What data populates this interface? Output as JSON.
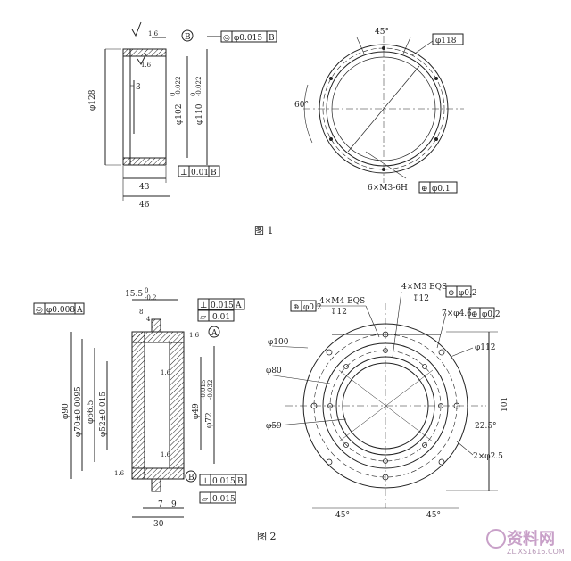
{
  "figure1": {
    "caption": "图 1",
    "side_view": {
      "dims": [
        "φ128",
        "3",
        "φ102",
        "0",
        "-0.022",
        "φ110",
        "0",
        "-0.022",
        "43",
        "46"
      ],
      "datum": "B",
      "roughness": [
        "1.6",
        "1.6"
      ],
      "tolerance_top": {
        "symbol": "◎",
        "value": "φ0.015",
        "datum": "B"
      },
      "tolerance_bottom": {
        "symbol": "⊥",
        "value": "0.01",
        "datum": "B"
      }
    },
    "front_view": {
      "dims": [
        "45°",
        "60°",
        "φ118",
        "6×M3-6H"
      ],
      "tolerance": {
        "symbol": "⊕",
        "value": "φ0.1"
      }
    }
  },
  "figure2": {
    "caption": "图 2",
    "section_view": {
      "top_dim": "15.5",
      "top_dim_tol_upper": "0",
      "top_dim_tol_lower": "-0.2",
      "small_dims": [
        "8",
        "4"
      ],
      "dims_left": [
        "φ90",
        "φ70±0.0095",
        "φ66.5",
        "φ52±0.015"
      ],
      "dims_right": [
        "φ49",
        "φ72",
        "-0.015",
        "-0.032"
      ],
      "bottom_dims": [
        "7",
        "9",
        "30"
      ],
      "datums": [
        "A",
        "B"
      ],
      "roughness": [
        "1.6",
        "1.6",
        "1.6",
        "1.6"
      ],
      "tol_left": {
        "symbol": "◎",
        "value": "φ0.008",
        "datum": "A"
      },
      "tol_right_1": {
        "symbol": "⊥",
        "value": "0.015",
        "datum": "A"
      },
      "tol_right_2": {
        "symbol": "▱",
        "value": "0.01"
      },
      "tol_bottom_1": {
        "symbol": "⊥",
        "value": "0.015",
        "datum": "B"
      },
      "tol_bottom_2": {
        "symbol": "▱",
        "value": "0.015"
      }
    },
    "front_view": {
      "hole_callouts": [
        "4×M4 EQS",
        "↧12",
        "4×M3 EQS",
        "↧12",
        "7×φ4.6"
      ],
      "pos_tols": [
        "φ0.2",
        "φ0.2",
        "φ0.2"
      ],
      "dims": [
        "φ100",
        "φ80",
        "φ59",
        "φ112",
        "22.5°",
        "2×φ2.5",
        "101",
        "45°",
        "45°"
      ]
    }
  },
  "watermark": {
    "title": "资料网",
    "url": "ZL.XS1616.COM"
  }
}
